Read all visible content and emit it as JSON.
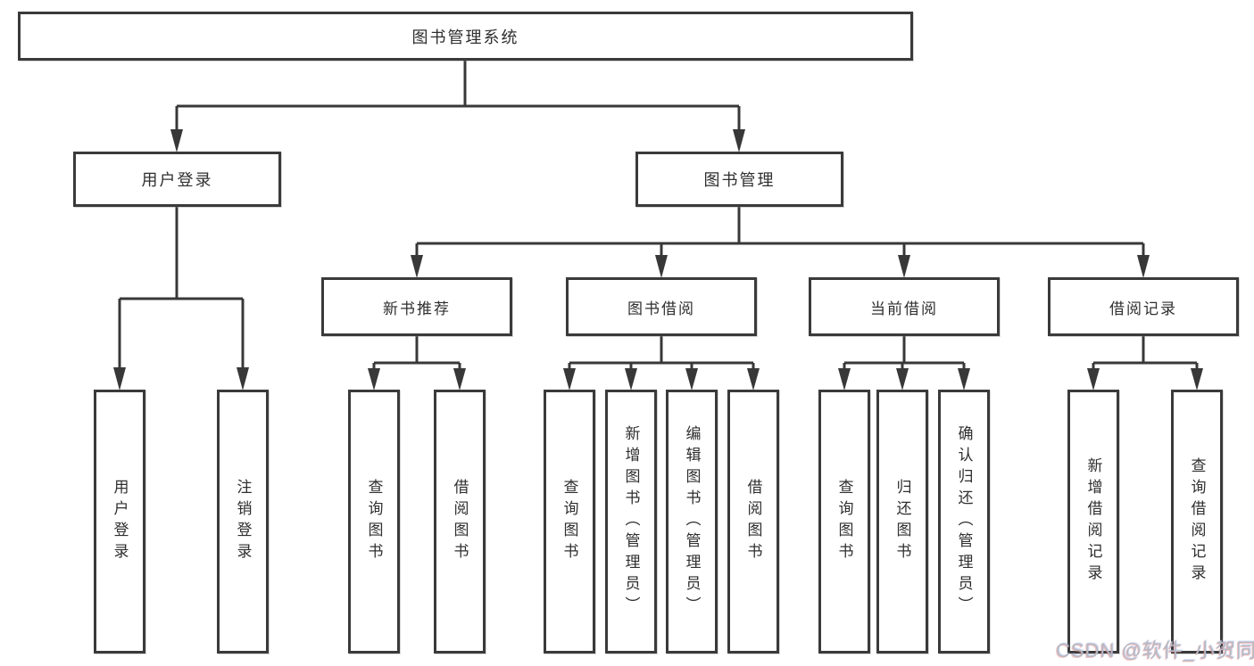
{
  "diagram_type": "functional-structure-tree",
  "tree": {
    "label": "图书管理系统",
    "children": [
      {
        "label": "用户登录",
        "children": [
          {
            "label": "用户登录"
          },
          {
            "label": "注销登录"
          }
        ]
      },
      {
        "label": "图书管理",
        "children": [
          {
            "label": "新书推荐",
            "children": [
              {
                "label": "查询图书"
              },
              {
                "label": "借阅图书"
              }
            ]
          },
          {
            "label": "图书借阅",
            "children": [
              {
                "label": "查询图书"
              },
              {
                "label": "新增图书（管理员）"
              },
              {
                "label": "编辑图书（管理员）"
              },
              {
                "label": "借阅图书"
              }
            ]
          },
          {
            "label": "当前借阅",
            "children": [
              {
                "label": "查询图书"
              },
              {
                "label": "归还图书"
              },
              {
                "label": "确认归还（管理员）"
              }
            ]
          },
          {
            "label": "借阅记录",
            "children": [
              {
                "label": "新增借阅记录"
              },
              {
                "label": "查询借阅记录"
              }
            ]
          }
        ]
      }
    ]
  },
  "watermark": {
    "text": "CSDN @软件_小贺同学"
  },
  "colors": {
    "background": "#ffffff",
    "line": "#383838",
    "box_border": "#3a3a3a",
    "text": "#2f2f2f",
    "watermark": "#b6bac3"
  }
}
